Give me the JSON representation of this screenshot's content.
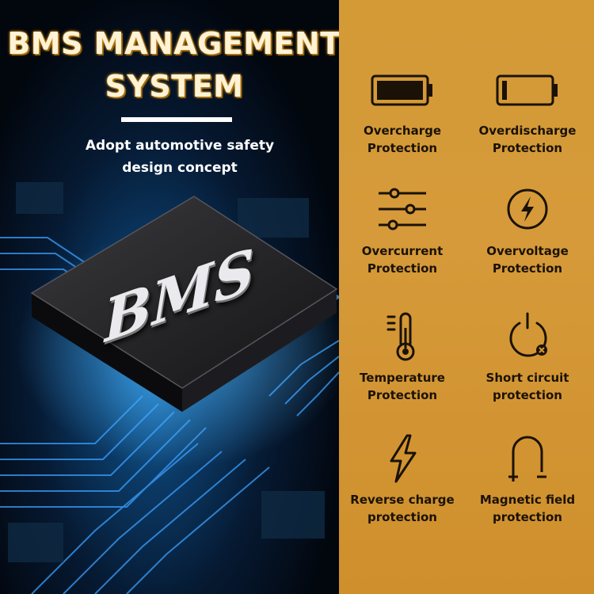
{
  "header": {
    "title": "BMS MANAGEMENT\nSYSTEM",
    "tagline": "Adopt automotive safety\ndesign concept"
  },
  "chip": {
    "label": "BMS"
  },
  "features": [
    {
      "icon": "full-battery-icon",
      "label": "Overcharge\nProtection"
    },
    {
      "icon": "empty-battery-icon",
      "label": "Overdischarge\nProtection"
    },
    {
      "icon": "sliders-icon",
      "label": "Overcurrent\nProtection"
    },
    {
      "icon": "lightning-circle-icon",
      "label": "Overvoltage\nProtection"
    },
    {
      "icon": "thermometer-icon",
      "label": "Temperature\nProtection"
    },
    {
      "icon": "power-short-icon",
      "label": "Short circuit\nprotection"
    },
    {
      "icon": "lightning-bolt-icon",
      "label": "Reverse charge\nprotection"
    },
    {
      "icon": "magnet-icon",
      "label": "Magnetic field\nprotection"
    }
  ],
  "colors": {
    "accent": "#d39a36",
    "title_glow": "#e0a030",
    "icon_stroke": "#1a1206"
  }
}
